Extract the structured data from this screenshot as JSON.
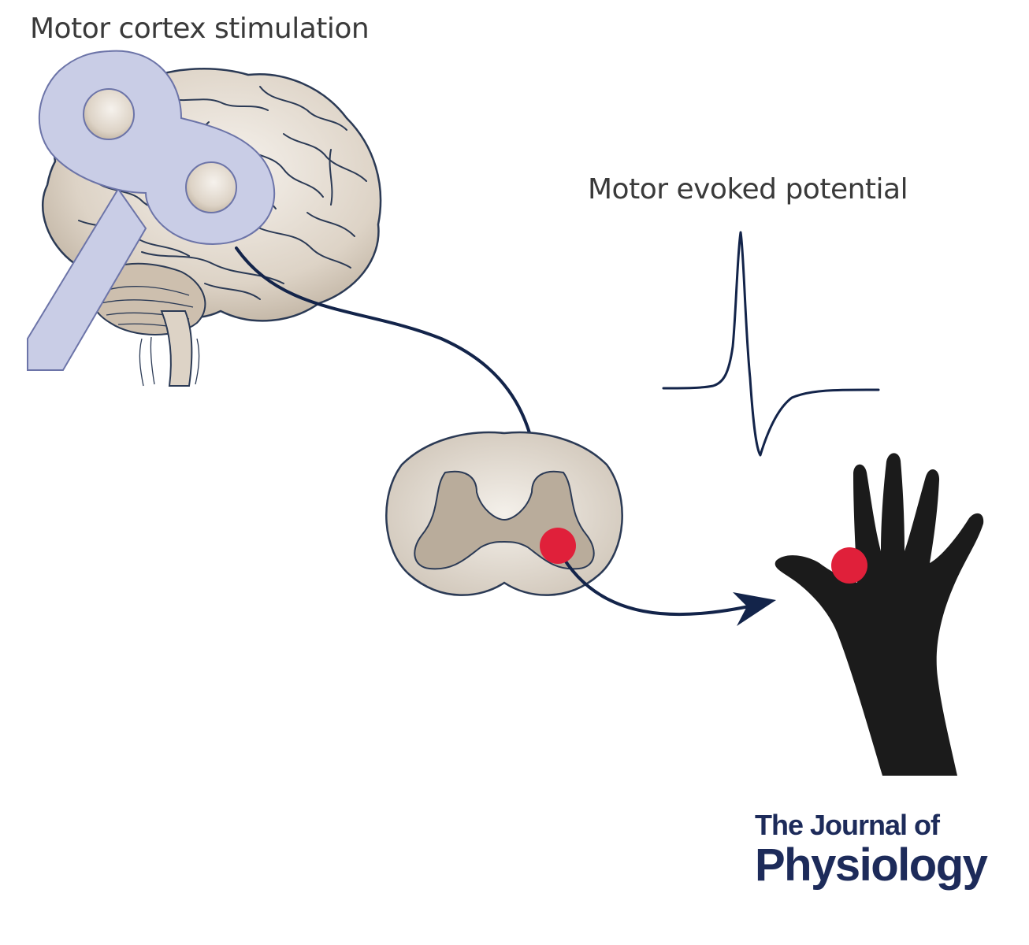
{
  "labels": {
    "stimulation": "Motor cortex stimulation",
    "mep": "Motor evoked potential"
  },
  "journal": {
    "line1": "The Journal of",
    "line2": "Physiology"
  },
  "colors": {
    "brain_fill": "#d8cfc3",
    "brain_outline": "#2b3a55",
    "coil": "#c9cde6",
    "coil_outline": "#6c74a8",
    "pathway": "#13244a",
    "highlight": "#e0203a",
    "hand": "#1b1b1b",
    "journal": "#1d2b5a"
  },
  "icons": {
    "coil": "figure-eight-coil-icon",
    "brain": "brain-icon",
    "spinal_cord": "spinal-cord-cross-section-icon",
    "hand": "hand-icon",
    "waveform": "evoked-potential-waveform-icon"
  }
}
